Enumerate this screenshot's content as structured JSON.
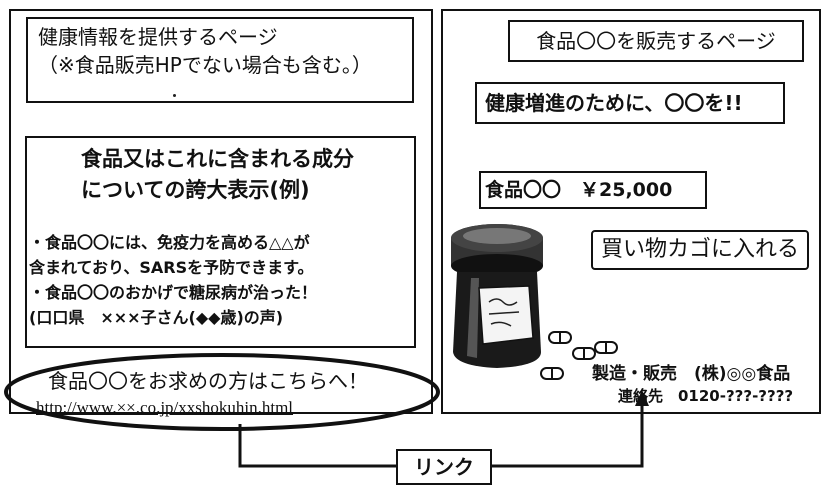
{
  "left_page": {
    "title_line1": "健康情報を提供するページ",
    "title_line2": "（※食品販売HPでない場合も含む。）",
    "claims_heading_line1": "食品又はこれに含まれる成分",
    "claims_heading_line2": "についての誇大表示(例)",
    "claims": [
      "・食品〇〇には、免疫力を高める△△が",
      "含まれており、SARSを予防できます。",
      "・食品〇〇のおかげで糖尿病が治った！",
      "(口口県　×××子さん(◆◆歳)の声)"
    ],
    "link_text": "食品〇〇をお求めの方はこちらへ！",
    "link_url": "http://www.××.co.jp/xxshokuhin.html"
  },
  "right_page": {
    "title": "食品〇〇を販売するページ",
    "health_claim": "健康増進のために、〇〇を!!",
    "price_label": "食品〇〇　￥25,000",
    "cart_button": "買い物カゴに入れる",
    "maker_line": "製造・販売　(株)◎◎食品",
    "contact_line": "連絡先　0120-???-????"
  },
  "connector": {
    "label": "リンク"
  }
}
